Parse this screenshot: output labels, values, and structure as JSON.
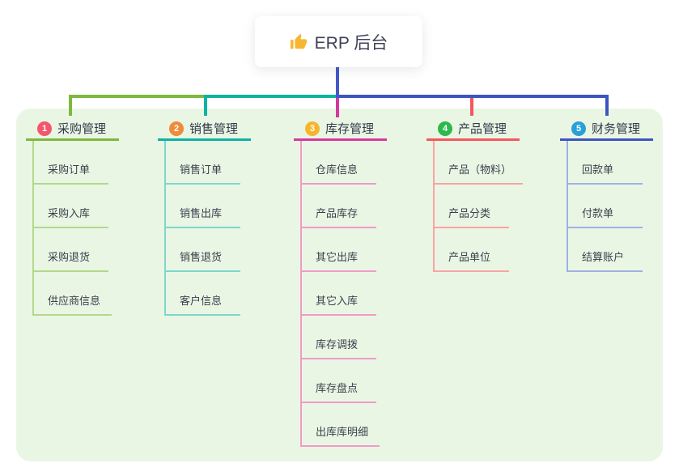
{
  "root": {
    "icon": "thumbs-up-icon",
    "title": "ERP 后台"
  },
  "canvas": {
    "background": "#ffffff",
    "panel_background": "#eaf6e4",
    "root_connector_color": "#4458c7",
    "root_icon_color": "#f5b731"
  },
  "branches": [
    {
      "number": "1",
      "label": "采购管理",
      "colors": {
        "badge": "#f4566d",
        "strong": "#7eb83e",
        "light": "#b2d98b"
      },
      "children": [
        "采购订单",
        "采购入库",
        "采购退货",
        "供应商信息"
      ]
    },
    {
      "number": "2",
      "label": "销售管理",
      "colors": {
        "badge": "#f08a3c",
        "strong": "#10b2a2",
        "light": "#7cd8cd"
      },
      "children": [
        "销售订单",
        "销售出库",
        "销售退货",
        "客户信息"
      ]
    },
    {
      "number": "3",
      "label": "库存管理",
      "colors": {
        "badge": "#f7b52c",
        "strong": "#d6389e",
        "light": "#f09bc8"
      },
      "children": [
        "仓库信息",
        "产品库存",
        "其它出库",
        "其它入库",
        "库存调拨",
        "库存盘点",
        "出库库明细"
      ]
    },
    {
      "number": "4",
      "label": "产品管理",
      "colors": {
        "badge": "#2fb84e",
        "strong": "#f5575f",
        "light": "#f9a3a6"
      },
      "children": [
        "产品（物料）",
        "产品分类",
        "产品单位"
      ]
    },
    {
      "number": "5",
      "label": "财务管理",
      "colors": {
        "badge": "#29a0d8",
        "strong": "#3d55c0",
        "light": "#9fb1e1"
      },
      "children": [
        "回款单",
        "付款单",
        "结算账户"
      ]
    }
  ]
}
